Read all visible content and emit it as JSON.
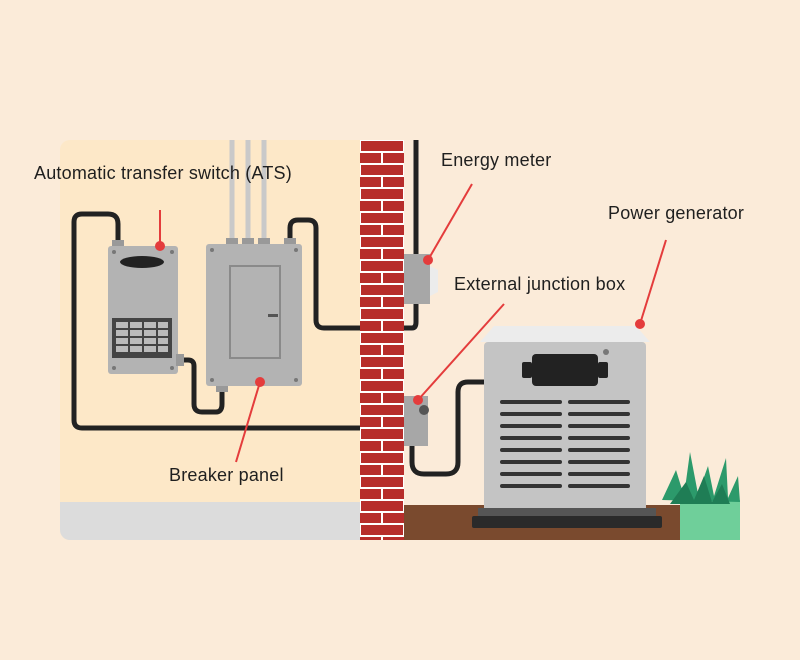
{
  "labels": {
    "ats": "Automatic transfer switch (ATS)",
    "energy_meter": "Energy meter",
    "power_generator": "Power generator",
    "junction_box": "External junction box",
    "breaker_panel": "Breaker panel"
  },
  "colors": {
    "background": "#fbebd9",
    "indoor_wall": "#fde8c8",
    "floor": "#dcdcdc",
    "brick": "#b72d2b",
    "mortar": "#ffffff",
    "ground": "#7a4a2e",
    "equipment_gray": "#b3b3b3",
    "generator_gray": "#c4c4c4",
    "cable": "#222222",
    "callout": "#e43c3c",
    "grass": "#6fcf9a"
  },
  "icons": [
    "brick-wall",
    "ats-unit",
    "breaker-panel",
    "energy-meter",
    "junction-box",
    "generator",
    "grass-tuft"
  ]
}
